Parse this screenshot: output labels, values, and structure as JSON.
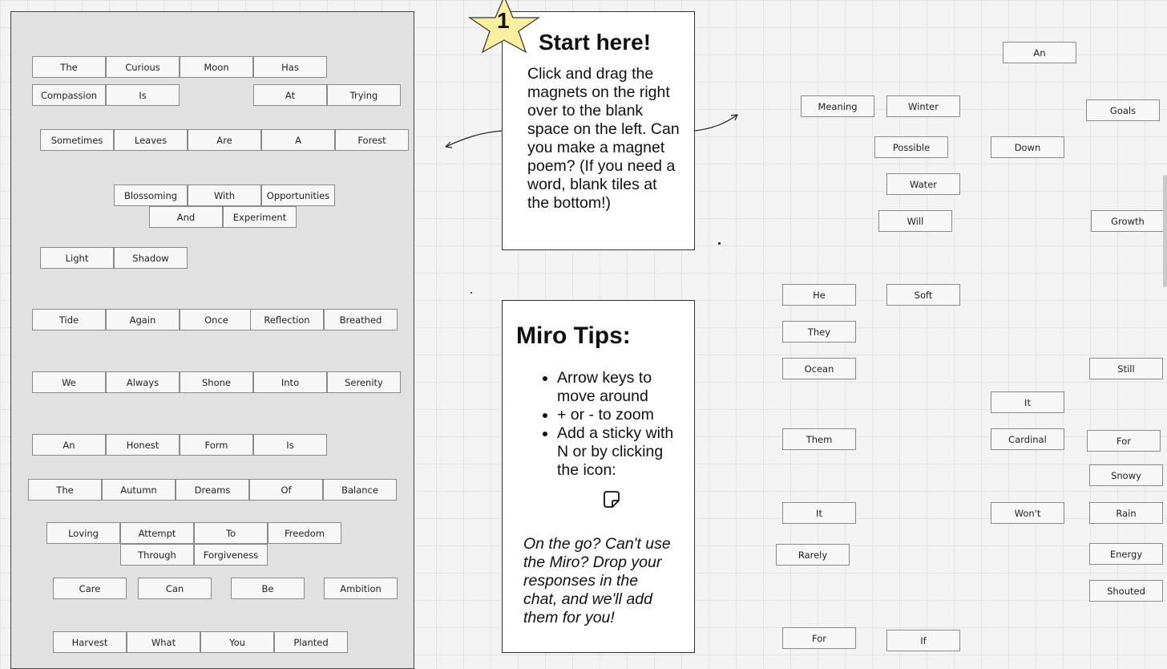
{
  "start_card": {
    "badge_number": "1",
    "title": "Start here!",
    "body": "Click and drag the magnets on the right over to the blank space on the left. Can you make a magnet poem? (If you need a word, blank tiles at the bottom!)"
  },
  "tips_card": {
    "title": "Miro Tips:",
    "items": [
      "Arrow keys to move around",
      "+ or - to zoom",
      "Add a sticky with N or by clicking the icon:"
    ],
    "footer": "On the go? Can't use the Miro? Drop your responses in the chat, and we'll add them for you!",
    "icon": "sticky-note-icon"
  },
  "poem_board": {
    "tiles": [
      "The",
      "Curious",
      "Moon",
      "Has",
      "Compassion",
      "Is",
      "At",
      "Trying",
      "Sometimes",
      "Leaves",
      "Are",
      "A",
      "Forest",
      "Blossoming",
      "With",
      "Opportunities",
      "And",
      "Experiment",
      "Light",
      "Shadow",
      "Tide",
      "Again",
      "Once",
      "Reflection",
      "Breathed",
      "We",
      "Always",
      "Shone",
      "Into",
      "Serenity",
      "An",
      "Honest",
      "Form",
      "Is",
      "The",
      "Autumn",
      "Dreams",
      "Of",
      "Balance",
      "Loving",
      "Attempt",
      "To",
      "Freedom",
      "Through",
      "Forgiveness",
      "Care",
      "Can",
      "Be",
      "Ambition",
      "Harvest",
      "What",
      "You",
      "Planted"
    ]
  },
  "word_bank": {
    "tiles": [
      "An",
      "Meaning",
      "Winter",
      "Goals",
      "Possible",
      "Down",
      "Water",
      "Will",
      "Growth",
      "He",
      "Soft",
      "They",
      "Ocean",
      "Still",
      "It",
      "Them",
      "Cardinal",
      "For",
      "Snowy",
      "It",
      "Won't",
      "Rain",
      "Rarely",
      "Energy",
      "Shouted",
      "For",
      "If"
    ]
  }
}
